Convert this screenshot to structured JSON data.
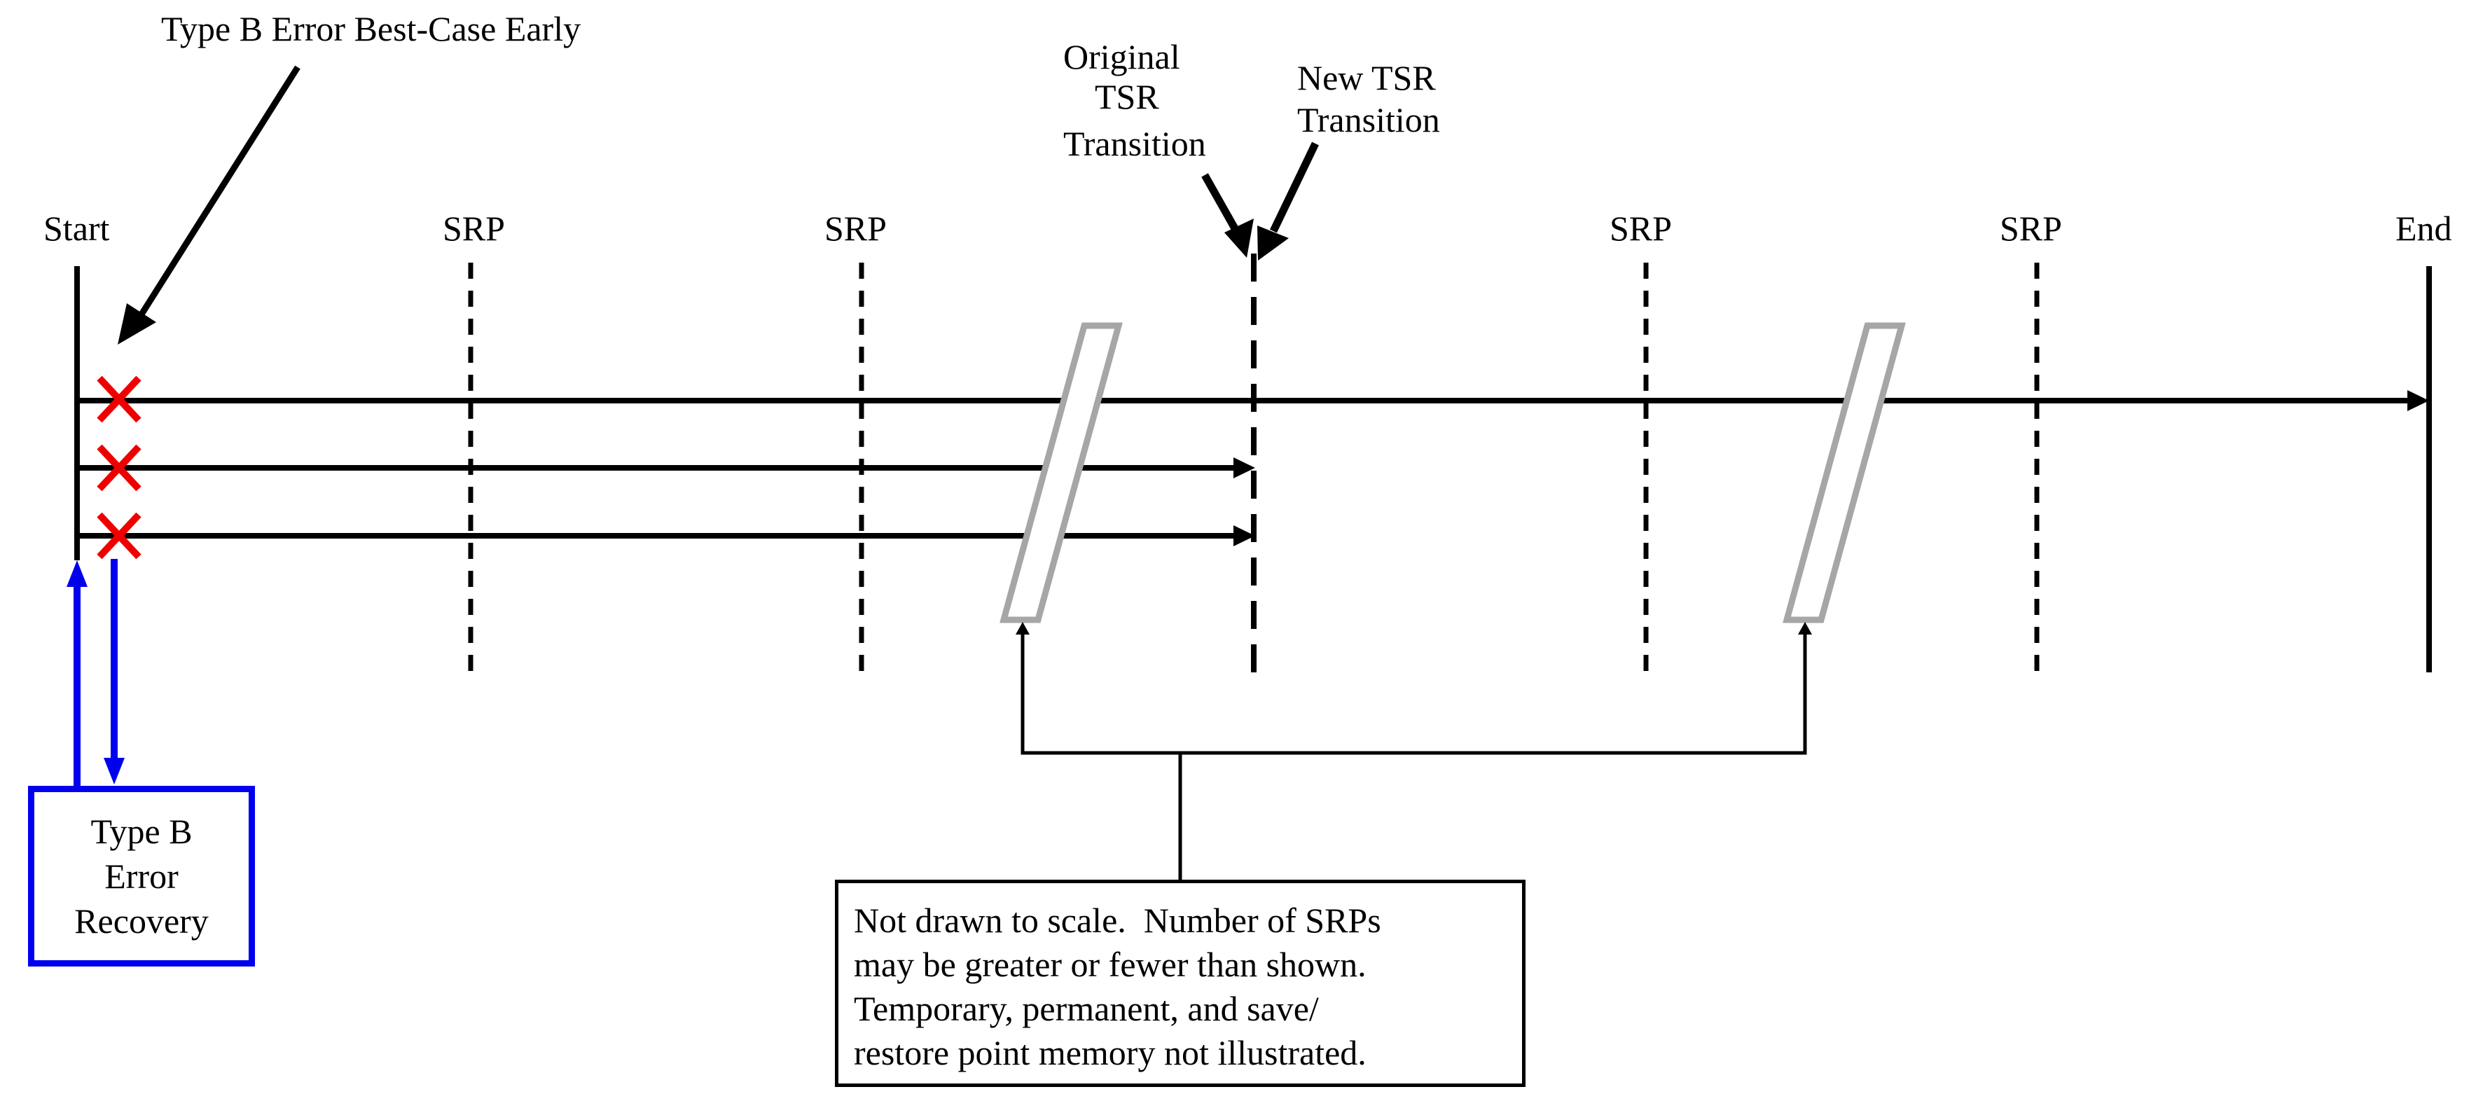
{
  "labels": {
    "callout_title": "Type B Error Best-Case Early",
    "start": "Start",
    "end": "End",
    "srp_1": "SRP",
    "srp_2": "SRP",
    "srp_3": "SRP",
    "srp_4": "SRP",
    "original_tsr_line1": "Original",
    "original_tsr_line2": "TSR",
    "original_tsr_line3": "Transition",
    "new_tsr_line1": "New TSR",
    "new_tsr_line2": "Transition"
  },
  "recovery_box": {
    "line1": "Type B",
    "line2": "Error",
    "line3": "Recovery"
  },
  "note": {
    "line1": "Not drawn to scale.  Number of SRPs",
    "line2": "may be greater or fewer than shown.",
    "line3": "Temporary, permanent, and save/",
    "line4": "restore point memory not illustrated."
  },
  "colors": {
    "line": "#000000",
    "error_marker": "#ee0000",
    "recovery": "#0000ee",
    "break_symbol": "#a6a6a6"
  }
}
